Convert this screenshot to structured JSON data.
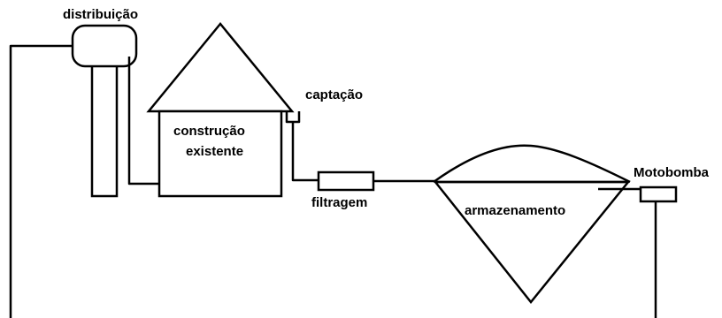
{
  "labels": {
    "distribution": "distribuição",
    "existing_building": [
      "construção",
      "existente"
    ],
    "capture": "captação",
    "filtration": "filtragem",
    "storage": "armazenamento",
    "pump": "Motobomba"
  },
  "colors": {
    "line": "#000000",
    "background": "#ffffff"
  }
}
